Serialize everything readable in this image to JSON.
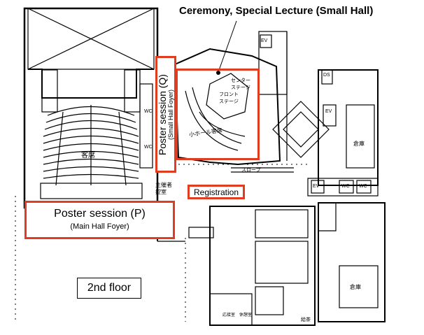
{
  "floor_label": "2nd floor",
  "colors": {
    "highlight": "#e03c1f",
    "line": "#000000",
    "background": "#ffffff"
  },
  "callouts": {
    "ceremony": "Ceremony, Special Lecture (Small Hall)",
    "registration": "Registration",
    "poster_p_title": "Poster session (P)",
    "poster_p_sub": "(Main Hall Foyer)",
    "poster_q_title": "Poster session (Q)",
    "poster_q_sub": "(Small Hall Foyer)"
  },
  "map_labels": {
    "kyakuseki": "客席",
    "small_hall_seats": "小ホール客席",
    "center_stage": "センター ステージ",
    "front_stage": "フロント ステージ",
    "slope": "スロープ",
    "ev": "EV",
    "wc": "WC",
    "ds": "DS",
    "souko": "倉庫",
    "shusaisha_hikae": "主催者 控室",
    "gakuya_a": "応接室",
    "gakuya_b": "休憩室",
    "yusou": "給茶"
  }
}
